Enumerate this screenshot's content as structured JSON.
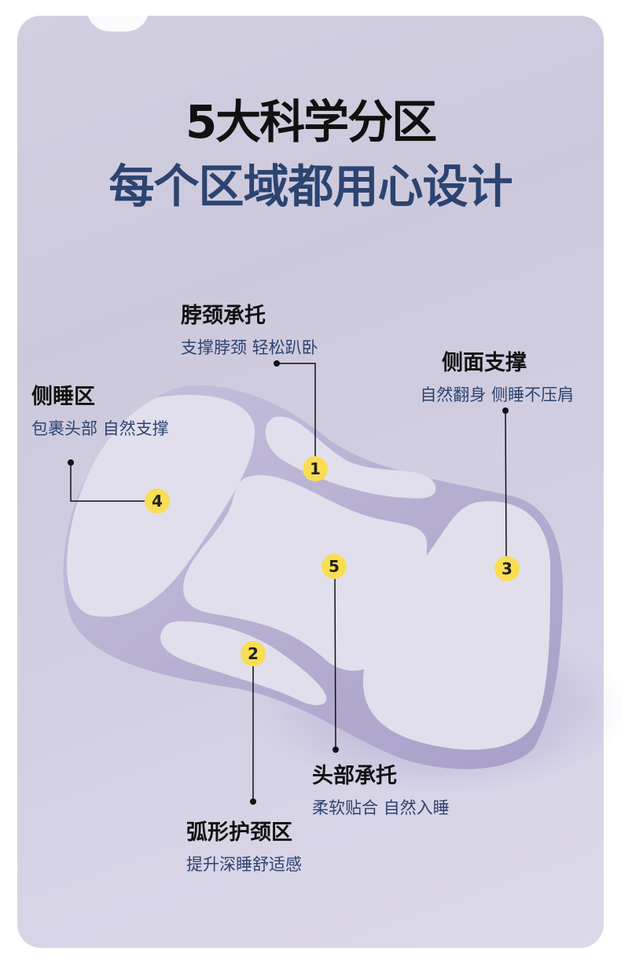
{
  "header": {
    "title": "5大科学分区",
    "subtitle": "每个区域都用心设计"
  },
  "zones": [
    {
      "number": "1",
      "title": "脖颈承托",
      "desc": "支撑脖颈 轻松趴卧"
    },
    {
      "number": "2",
      "title": "弧形护颈区",
      "desc": "提升深睡舒适感"
    },
    {
      "number": "3",
      "title": "侧面支撑",
      "desc": "自然翻身 侧睡不压肩"
    },
    {
      "number": "4",
      "title": "侧睡区",
      "desc": "包裹头部 自然支撑"
    },
    {
      "number": "5",
      "title": "头部承托",
      "desc": "柔软贴合 自然入睡"
    }
  ],
  "colors": {
    "background": "#cdc9dd",
    "subtitle": "#2c4470",
    "badge": "#f8de52",
    "pillow_body": "#b4aed0",
    "pillow_pad": "#e2dfec"
  }
}
